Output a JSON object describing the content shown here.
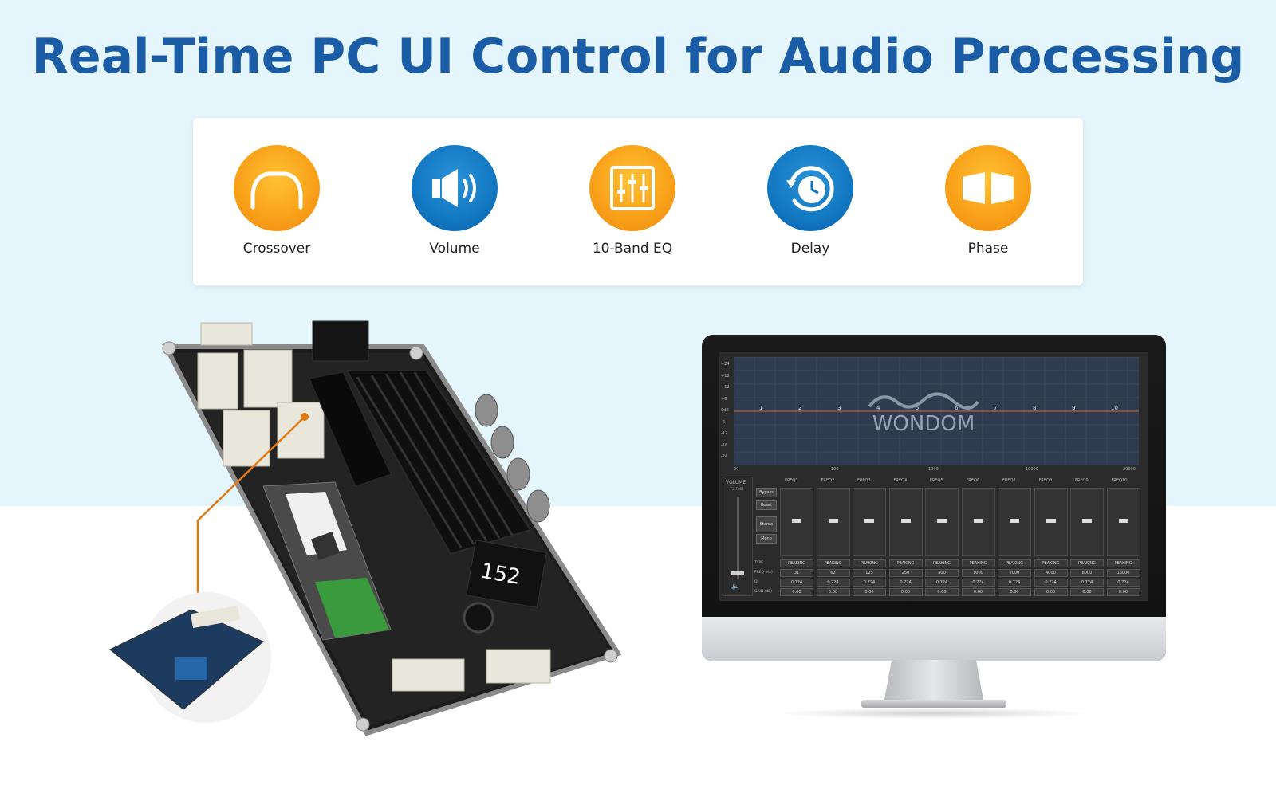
{
  "title": "Real-Time PC UI Control for Audio Processing",
  "features": [
    {
      "label": "Crossover",
      "icon": "crossover-icon",
      "color": "#f9a21a"
    },
    {
      "label": "Volume",
      "icon": "speaker-icon",
      "color": "#1278c2"
    },
    {
      "label": "10-Band EQ",
      "icon": "equalizer-icon",
      "color": "#f9a21a"
    },
    {
      "label": "Delay",
      "icon": "clock-icon",
      "color": "#1278c2"
    },
    {
      "label": "Phase",
      "icon": "phase-icon",
      "color": "#f9a21a"
    }
  ],
  "board": {
    "inductor_label": "152"
  },
  "software": {
    "brand": "WONDOM",
    "volume_label": "VOLUME",
    "volume_value": "-72.0dB",
    "buttons": [
      "Bypass",
      "Reset",
      "Stereo",
      "Mono"
    ],
    "graph_points": [
      "1",
      "2",
      "3",
      "4",
      "5",
      "6",
      "7",
      "8",
      "9",
      "10"
    ],
    "freq_axis": [
      "20",
      "100",
      "1000",
      "10000",
      "20000"
    ],
    "gain_axis": [
      "+24",
      "+18",
      "+12",
      "+6",
      "0dB",
      "-6",
      "-12",
      "-18",
      "-24"
    ],
    "row_labels": [
      "TYPE",
      "FREQ (Hz)",
      "Q",
      "GAIN (dB)"
    ],
    "bands": [
      {
        "name": "FREQ1",
        "type": "PEAKING",
        "freq": "31",
        "q": "0.724",
        "gain": "0.00"
      },
      {
        "name": "FREQ2",
        "type": "PEAKING",
        "freq": "62",
        "q": "0.724",
        "gain": "0.00"
      },
      {
        "name": "FREQ3",
        "type": "PEAKING",
        "freq": "125",
        "q": "0.724",
        "gain": "0.00"
      },
      {
        "name": "FREQ4",
        "type": "PEAKING",
        "freq": "250",
        "q": "0.724",
        "gain": "0.00"
      },
      {
        "name": "FREQ5",
        "type": "PEAKING",
        "freq": "500",
        "q": "0.724",
        "gain": "0.00"
      },
      {
        "name": "FREQ6",
        "type": "PEAKING",
        "freq": "1000",
        "q": "0.724",
        "gain": "0.00"
      },
      {
        "name": "FREQ7",
        "type": "PEAKING",
        "freq": "2000",
        "q": "0.724",
        "gain": "0.00"
      },
      {
        "name": "FREQ8",
        "type": "PEAKING",
        "freq": "4000",
        "q": "0.724",
        "gain": "0.00"
      },
      {
        "name": "FREQ9",
        "type": "PEAKING",
        "freq": "8000",
        "q": "0.724",
        "gain": "0.00"
      },
      {
        "name": "FREQ10",
        "type": "PEAKING",
        "freq": "16000",
        "q": "0.724",
        "gain": "0.00"
      }
    ]
  }
}
